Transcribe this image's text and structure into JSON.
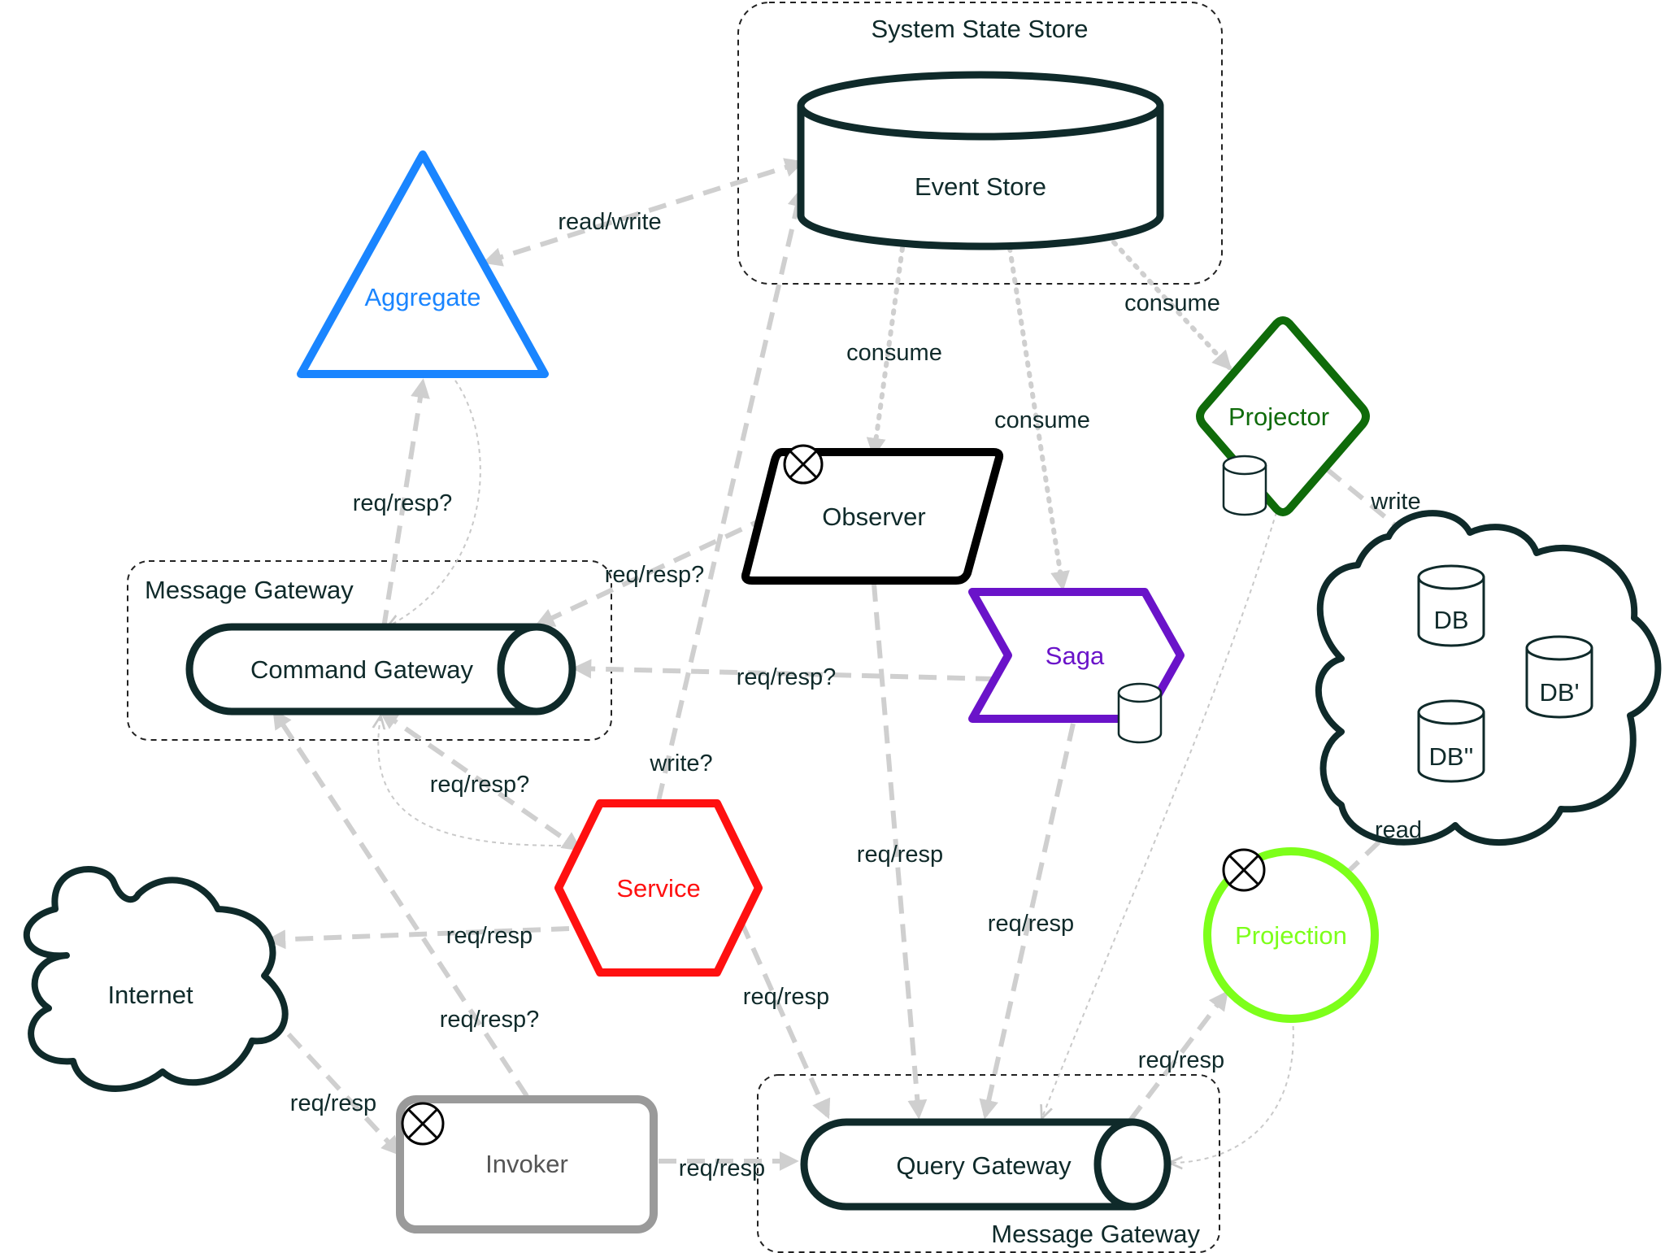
{
  "groups": {
    "system_state_store": "System State Store",
    "message_gateway_top": "Message Gateway",
    "message_gateway_bottom": "Message Gateway"
  },
  "nodes": {
    "event_store": "Event Store",
    "aggregate": "Aggregate",
    "observer": "Observer",
    "projector": "Projector",
    "saga": "Saga",
    "command_gateway": "Command Gateway",
    "service": "Service",
    "internet": "Internet",
    "invoker": "Invoker",
    "query_gateway": "Query Gateway",
    "projection": "Projection",
    "db": "DB",
    "db_prime": "DB'",
    "db_double_prime": "DB''"
  },
  "edge_labels": {
    "read_write": "read/write",
    "consume_observer": "consume",
    "consume_saga": "consume",
    "consume_projector": "consume",
    "write_db": "write",
    "req_resp_aggregate": "req/resp?",
    "req_resp_observer": "req/resp?",
    "req_resp_saga": "req/resp?",
    "write_service": "write?",
    "req_resp_service_cmd": "req/resp?",
    "req_resp_observer_query": "req/resp",
    "req_resp_saga_query": "req/resp",
    "read_db": "read",
    "req_resp_internet": "req/resp",
    "req_resp_service_query": "req/resp",
    "req_resp_invoker_cmd": "req/resp?",
    "req_resp_internet_invoker": "req/resp",
    "req_resp_invoker_query": "req/resp",
    "req_resp_projection": "req/resp"
  },
  "colors": {
    "aggregate": "#1a85ff",
    "projector": "#0f6b0a",
    "saga": "#6a13c9",
    "service": "#ff1010",
    "projection": "#7dff1a",
    "invoker": "#9a9a9a",
    "dark": "#0f2a2a",
    "edge": "#cfcfcf"
  }
}
